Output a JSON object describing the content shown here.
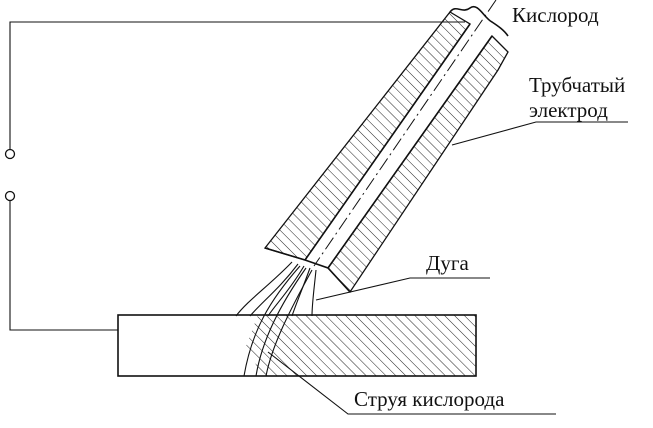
{
  "labels": {
    "oxygen": "Кислород",
    "electrode_line1": "Трубчатый",
    "electrode_line2": "электрод",
    "arc": "Дуга",
    "oxygen_jet": "Струя кислорода"
  }
}
